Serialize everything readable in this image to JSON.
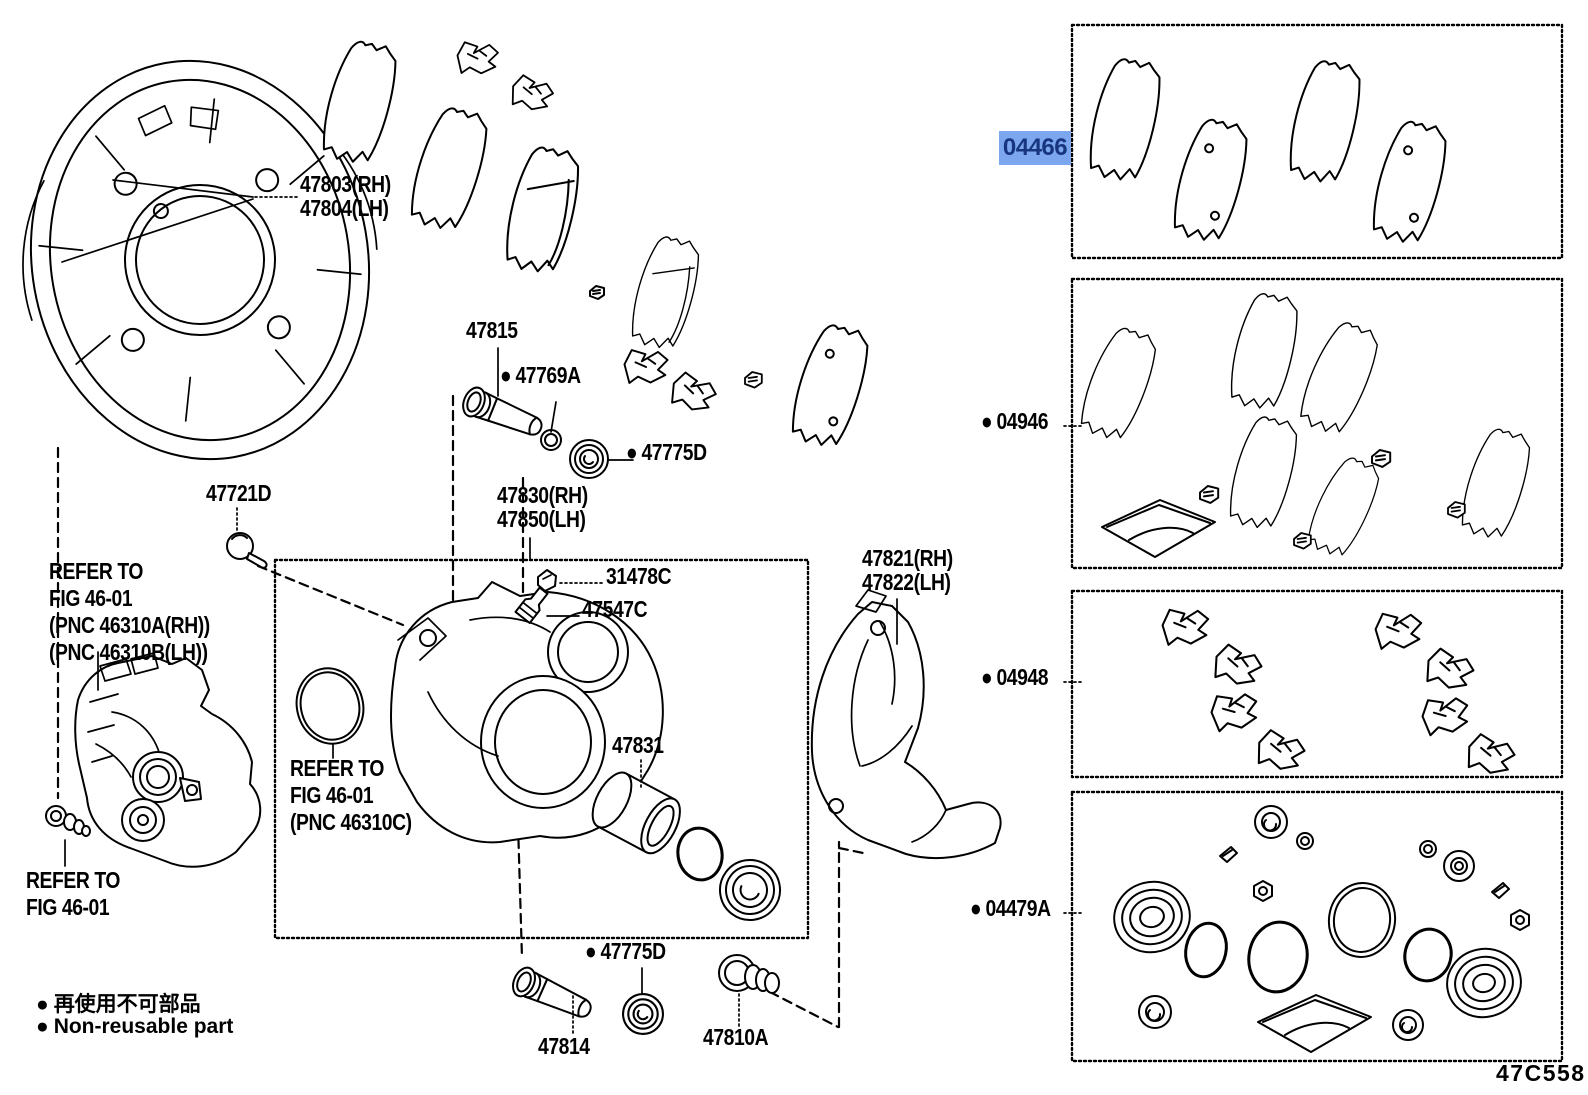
{
  "diagram_code": "47C558",
  "bullet": "●",
  "colors": {
    "line": "#000000",
    "background": "#ffffff",
    "highlight_bg": "#7ca6ee",
    "highlight_text": "#17367f"
  },
  "legend": {
    "jp": "再使用不可部品",
    "en": "Non-reusable part"
  },
  "labels": {
    "dust_shield_rh": "47803(RH)",
    "dust_shield_lh": "47804(LH)",
    "slide_pin_upper": "47815",
    "pin_bushing": "47769A",
    "pin_boot_upper": "47775D",
    "mount_bolt": "47721D",
    "cylinder_rh": "47830(RH)",
    "cylinder_lh": "47850(LH)",
    "bleeder_cap": "31478C",
    "bleeder_plug": "47547C",
    "piston": "47831",
    "bracket_rh": "47821(RH)",
    "bracket_lh": "47822(LH)",
    "pin_boot_lower": "47775D",
    "slide_pin_lower": "47814",
    "bracket_bolt": "47810A"
  },
  "refer_notes": {
    "actuator": [
      "REFER TO",
      "FIG 46-01",
      "(PNC 46310A(RH))",
      "(PNC 46310B(LH))"
    ],
    "piston_seal": [
      "REFER TO",
      "FIG 46-01",
      "(PNC 46310C)"
    ],
    "actuator_bolt": [
      "REFER TO",
      "FIG 46-01"
    ]
  },
  "kits": {
    "pad_kit": {
      "code": "04466",
      "highlighted": true
    },
    "shim_kit": {
      "code": "04946",
      "non_reusable": true
    },
    "fitting_kit": {
      "code": "04948",
      "non_reusable": true
    },
    "cylinder_kit": {
      "code": "04479A",
      "non_reusable": true
    }
  }
}
